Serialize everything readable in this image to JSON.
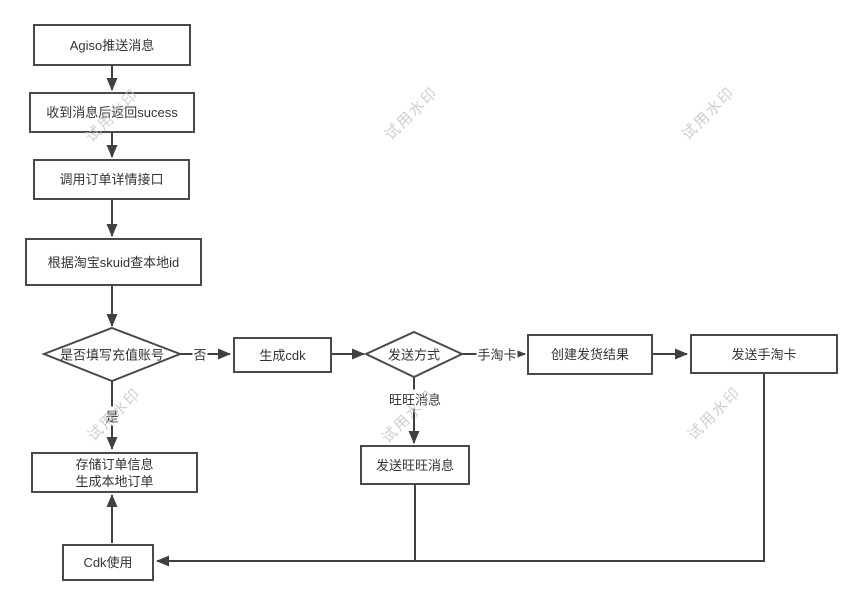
{
  "watermark": {
    "text": "试用水印"
  },
  "nodes": {
    "agiso_push": {
      "label": "Agiso推送消息"
    },
    "return_success": {
      "label": "收到消息后返回sucess"
    },
    "call_order_detail": {
      "label": "调用订单详情接口"
    },
    "query_local_id": {
      "label": "根据淘宝skuid查本地id"
    },
    "decision_recharge": {
      "label": "是否填写充值账号"
    },
    "generate_cdk": {
      "label": "生成cdk"
    },
    "decision_send": {
      "label": "发送方式"
    },
    "create_ship_result": {
      "label": "创建发货结果"
    },
    "send_taoka": {
      "label": "发送手淘卡"
    },
    "store_order": {
      "line1": "存储订单信息",
      "line2": "生成本地订单"
    },
    "cdk_use": {
      "label": "Cdk使用"
    },
    "send_wangwang": {
      "label": "发送旺旺消息"
    }
  },
  "edge_labels": {
    "no": "否",
    "yes": "是",
    "taoka": "手淘卡",
    "wangwang": "旺旺消息"
  },
  "connections": [
    {
      "from": "agiso_push",
      "to": "return_success",
      "label": ""
    },
    {
      "from": "return_success",
      "to": "call_order_detail",
      "label": ""
    },
    {
      "from": "call_order_detail",
      "to": "query_local_id",
      "label": ""
    },
    {
      "from": "query_local_id",
      "to": "decision_recharge",
      "label": ""
    },
    {
      "from": "decision_recharge",
      "to": "generate_cdk",
      "label": "否"
    },
    {
      "from": "decision_recharge",
      "to": "store_order",
      "label": "是"
    },
    {
      "from": "generate_cdk",
      "to": "decision_send",
      "label": ""
    },
    {
      "from": "decision_send",
      "to": "create_ship_result",
      "label": "手淘卡"
    },
    {
      "from": "decision_send",
      "to": "send_wangwang",
      "label": "旺旺消息"
    },
    {
      "from": "create_ship_result",
      "to": "send_taoka",
      "label": ""
    },
    {
      "from": "send_taoka",
      "to": "cdk_use",
      "label": ""
    },
    {
      "from": "send_wangwang",
      "to": "cdk_use",
      "label": ""
    },
    {
      "from": "cdk_use",
      "to": "store_order",
      "label": ""
    }
  ],
  "colors": {
    "line": "#404040",
    "box_border": "#4a4a4a",
    "text": "#333333",
    "background": "#ffffff",
    "watermark": "#c3c3c3"
  }
}
